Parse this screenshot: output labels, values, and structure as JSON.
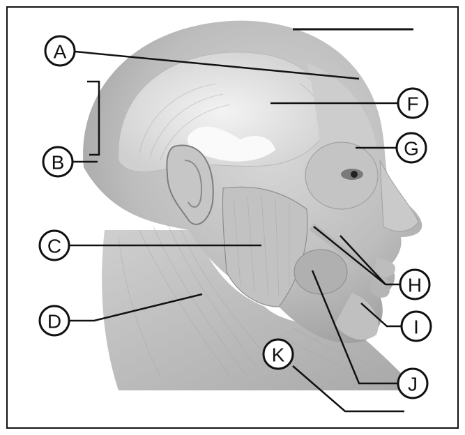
{
  "labels": {
    "a": "A",
    "b": "B",
    "c": "C",
    "d": "D",
    "f": "F",
    "g": "G",
    "h": "H",
    "i": "I",
    "j": "J",
    "k": "K"
  }
}
